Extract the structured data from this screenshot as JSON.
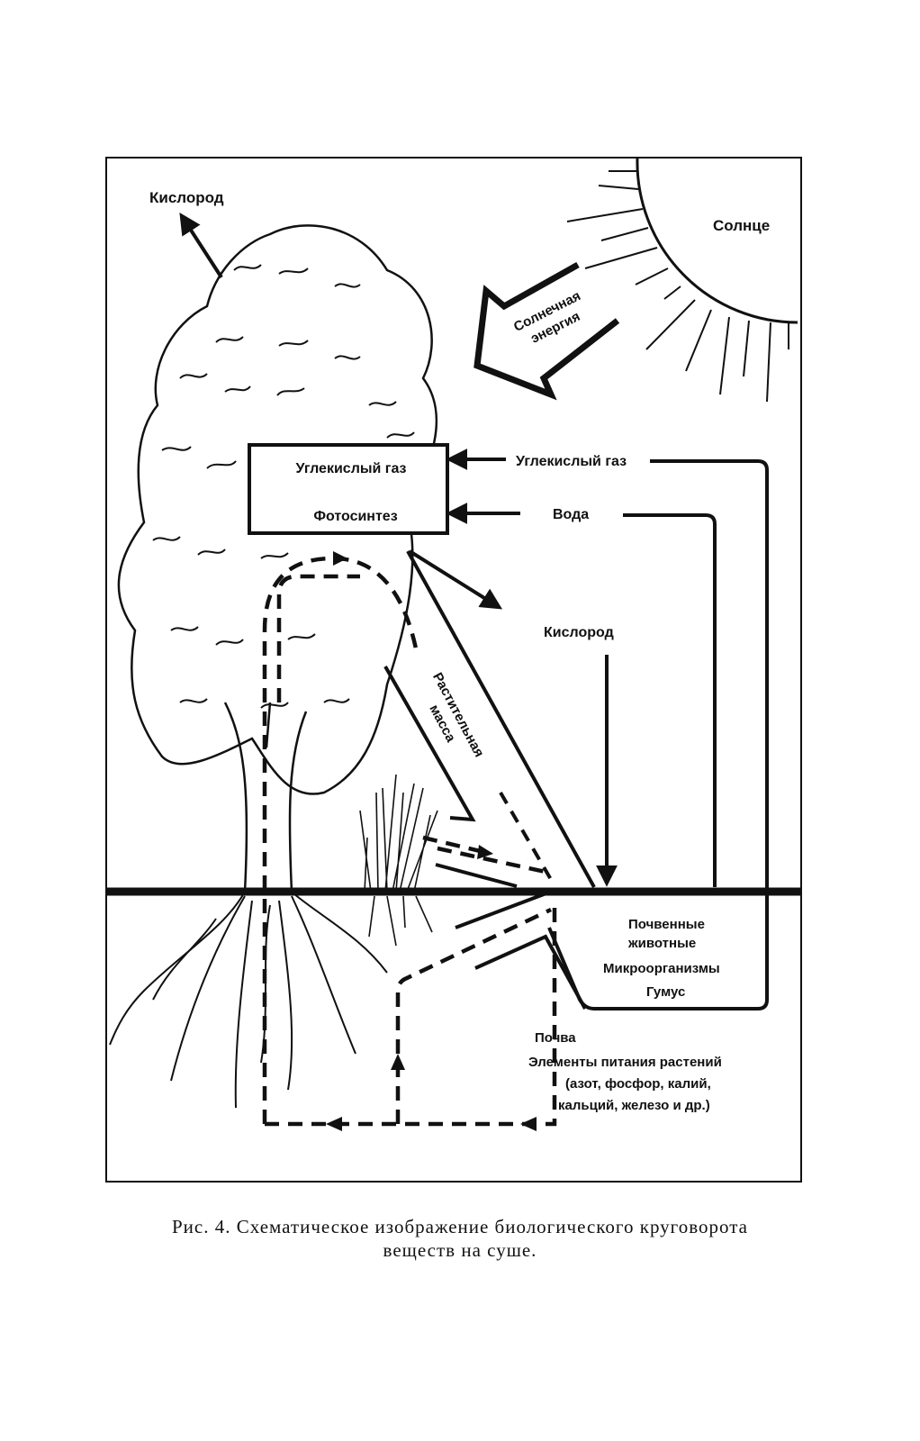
{
  "labels": {
    "oxygen_top": "Кислород",
    "sun": "Солнце",
    "solar_energy_line1": "Солнечная",
    "solar_energy_line2": "энергия",
    "co2_box": "Углекислый газ",
    "photosynthesis": "Фотосинтез",
    "co2_right": "Углекислый газ",
    "water": "Вода",
    "oxygen_mid": "Кислород",
    "plant_mass_line1": "Растительная",
    "plant_mass_line2": "масса",
    "soil_animals_line1": "Почвенные",
    "soil_animals_line2": "животные",
    "microorganisms": "Микроорганизмы",
    "humus": "Гумус",
    "soil": "Почва",
    "nutrients_line1": "Элементы питания растений",
    "nutrients_line2": "(азот, фосфор, калий,",
    "nutrients_line3": "кальций, железо и др.)"
  },
  "caption": {
    "line1": "Рис. 4. Схематическое изображение биологического круговорота",
    "line2": "веществ на суше."
  }
}
